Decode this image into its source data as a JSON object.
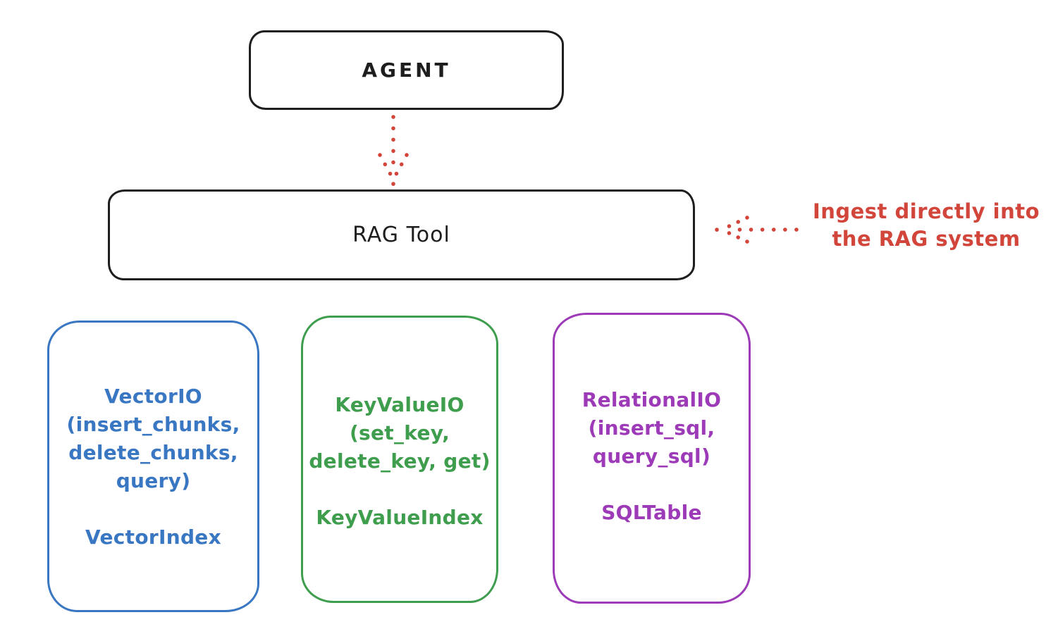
{
  "canvas": {
    "background_color": "#ffffff"
  },
  "nodes": {
    "agent": {
      "label": "AGENT",
      "border_color": "#1e1e1e"
    },
    "rag_tool": {
      "label": "RAG Tool",
      "border_color": "#1e1e1e"
    }
  },
  "annotation": {
    "line1": "Ingest directly into",
    "line2": "the RAG system",
    "color": "#d2453a"
  },
  "arrows": [
    {
      "name": "agent-to-rag-tool",
      "style": "dotted",
      "direction": "down",
      "color": "#d2453a"
    },
    {
      "name": "annotation-to-rag-tool",
      "style": "dotted",
      "direction": "left",
      "color": "#d2453a"
    }
  ],
  "io_boxes": [
    {
      "io_title": "VectorIO",
      "methods": "(insert_chunks,\ndelete_chunks,\nquery)",
      "index_label": "VectorIndex",
      "color": "#3a77c2"
    },
    {
      "io_title": "KeyValueIO",
      "methods": "(set_key,\ndelete_key, get)",
      "index_label": "KeyValueIndex",
      "color": "#3f9e4e"
    },
    {
      "io_title": "RelationalIO",
      "methods": "(insert_sql,\nquery_sql)",
      "index_label": "SQLTable",
      "color": "#9c3ab8"
    }
  ]
}
